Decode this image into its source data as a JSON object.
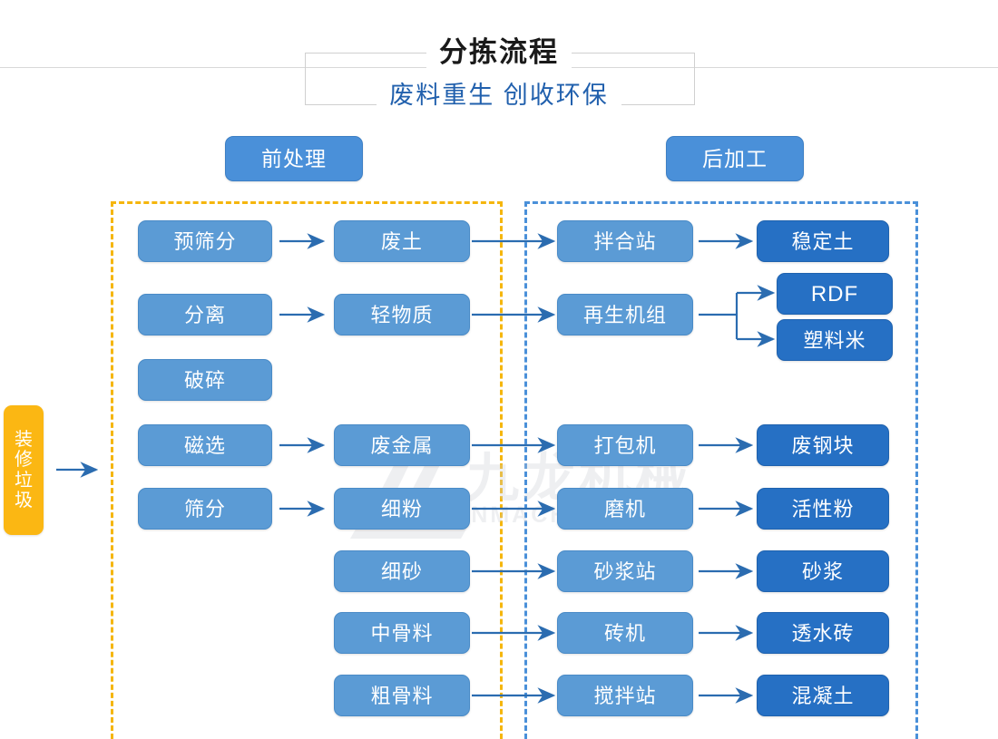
{
  "header": {
    "title": "分拣流程",
    "subtitle": "废料重生 创收环保"
  },
  "sections": [
    {
      "id": "pre",
      "label": "前处理",
      "frame_color": "#f5b60d"
    },
    {
      "id": "post",
      "label": "后加工",
      "frame_color": "#4a90d9"
    }
  ],
  "watermark": {
    "brand_cn": "九龙机械",
    "brand_en": "KOWLOONMACHINERY",
    "color": "#c9cdd4"
  },
  "palette": {
    "node_light": "#5b9bd5",
    "node_dark": "#2670c4",
    "input": "#fbb713",
    "arrow": "#2b6cb0",
    "accent_text": "#2160ad"
  },
  "input_node": {
    "label": "装修垃圾"
  },
  "nodes": {
    "process": [
      {
        "label": "预筛分"
      },
      {
        "label": "分离"
      },
      {
        "label": "破碎"
      },
      {
        "label": "磁选"
      },
      {
        "label": "筛分"
      }
    ],
    "materials": [
      {
        "label": "废土"
      },
      {
        "label": "轻物质"
      },
      {
        "label": "废金属"
      },
      {
        "label": "细粉"
      },
      {
        "label": "细砂"
      },
      {
        "label": "中骨料"
      },
      {
        "label": "粗骨料"
      }
    ],
    "equipment": [
      {
        "label": "拌合站"
      },
      {
        "label": "再生机组"
      },
      {
        "label": "打包机"
      },
      {
        "label": "磨机"
      },
      {
        "label": "砂浆站"
      },
      {
        "label": "砖机"
      },
      {
        "label": "搅拌站"
      }
    ],
    "products": [
      {
        "label": "稳定土"
      },
      {
        "label": "RDF"
      },
      {
        "label": "塑料米"
      },
      {
        "label": "废钢块"
      },
      {
        "label": "活性粉"
      },
      {
        "label": "砂浆"
      },
      {
        "label": "透水砖"
      },
      {
        "label": "混凝土"
      }
    ]
  },
  "flows": [
    {
      "from": "装修垃圾",
      "to": "前处理"
    },
    {
      "from": "预筛分",
      "to": "废土"
    },
    {
      "from": "分离",
      "to": "轻物质"
    },
    {
      "from": "磁选",
      "to": "废金属"
    },
    {
      "from": "筛分",
      "to": "细粉"
    },
    {
      "from": "废土",
      "to": "拌合站"
    },
    {
      "from": "轻物质",
      "to": "再生机组"
    },
    {
      "from": "废金属",
      "to": "打包机"
    },
    {
      "from": "细粉",
      "to": "磨机"
    },
    {
      "from": "细砂",
      "to": "砂浆站"
    },
    {
      "from": "中骨料",
      "to": "砖机"
    },
    {
      "from": "粗骨料",
      "to": "搅拌站"
    },
    {
      "from": "拌合站",
      "to": "稳定土"
    },
    {
      "from": "再生机组",
      "to": "RDF"
    },
    {
      "from": "再生机组",
      "to": "塑料米"
    },
    {
      "from": "打包机",
      "to": "废钢块"
    },
    {
      "from": "磨机",
      "to": "活性粉"
    },
    {
      "from": "砂浆站",
      "to": "砂浆"
    },
    {
      "from": "砖机",
      "to": "透水砖"
    },
    {
      "from": "搅拌站",
      "to": "混凝土"
    }
  ]
}
